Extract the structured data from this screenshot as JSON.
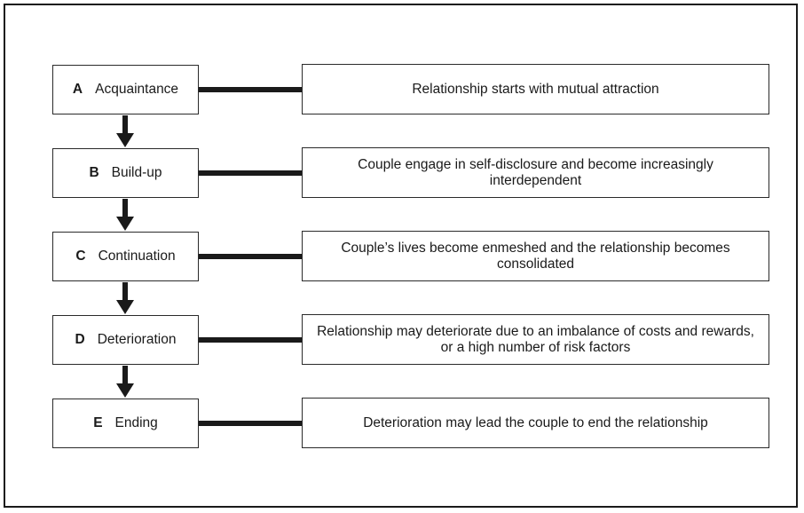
{
  "stages": [
    {
      "letter": "A",
      "name": "Acquaintance",
      "description": "Relationship starts with mutual attraction"
    },
    {
      "letter": "B",
      "name": "Build-up",
      "description": "Couple engage in self-disclosure and  become increasingly interdependent"
    },
    {
      "letter": "C",
      "name": "Continuation",
      "description": "Couple’s lives become enmeshed and the relationship becomes consolidated"
    },
    {
      "letter": "D",
      "name": "Deterioration",
      "description": "Relationship may deteriorate due to an imbalance of costs and rewards, or a high number of risk factors"
    },
    {
      "letter": "E",
      "name": "Ending",
      "description": "Deterioration may lead the couple to end the relationship"
    }
  ]
}
